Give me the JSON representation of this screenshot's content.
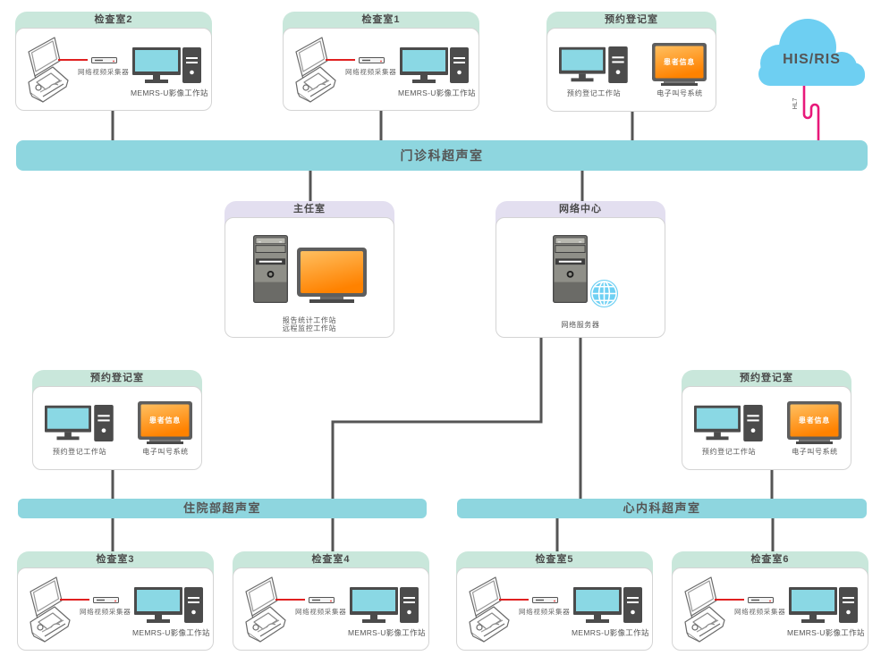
{
  "colors": {
    "bar": "#8ed6df",
    "exam_header": "#c9e7db",
    "office_header": "#e3dff0",
    "cloud": "#6ecff2",
    "hl7_cable": "#e8197a",
    "connector": "#555555",
    "screen": "#8ad8e4",
    "device_dark": "#4b4b4b",
    "video_cable": "#e02020"
  },
  "diagram": {
    "main_bar": {
      "label": "门诊科超声室"
    },
    "inpatient_bar": {
      "label": "住院部超声室"
    },
    "cardiology_bar": {
      "label": "心内科超声室"
    },
    "cloud": {
      "label": "HIS/RIS",
      "link_label": "HL7"
    },
    "exam_rooms": [
      {
        "title": "检查室2",
        "capture_label": "网络视频采集器",
        "workstation_label": "MEMRS-U影像工作站"
      },
      {
        "title": "检查室1",
        "capture_label": "网络视频采集器",
        "workstation_label": "MEMRS-U影像工作站"
      },
      {
        "title": "检查室3",
        "capture_label": "网络视频采集器",
        "workstation_label": "MEMRS-U影像工作站"
      },
      {
        "title": "检查室4",
        "capture_label": "网络视频采集器",
        "workstation_label": "MEMRS-U影像工作站"
      },
      {
        "title": "检查室5",
        "capture_label": "网络视频采集器",
        "workstation_label": "MEMRS-U影像工作站"
      },
      {
        "title": "检查室6",
        "capture_label": "网络视频采集器",
        "workstation_label": "MEMRS-U影像工作站"
      }
    ],
    "registration_rooms": [
      {
        "title": "预约登记室",
        "workstation_label": "预约登记工作站",
        "display_text": "患者信息",
        "display_label": "电子叫号系统"
      },
      {
        "title": "预约登记室",
        "workstation_label": "预约登记工作站",
        "display_text": "患者信息",
        "display_label": "电子叫号系统"
      },
      {
        "title": "预约登记室",
        "workstation_label": "预约登记工作站",
        "display_text": "患者信息",
        "display_label": "电子叫号系统"
      }
    ],
    "director_office": {
      "title": "主任室",
      "labels": [
        "报告统计工作站",
        "远程监控工作站"
      ]
    },
    "network_center": {
      "title": "网络中心",
      "label": "网络服务器"
    }
  }
}
